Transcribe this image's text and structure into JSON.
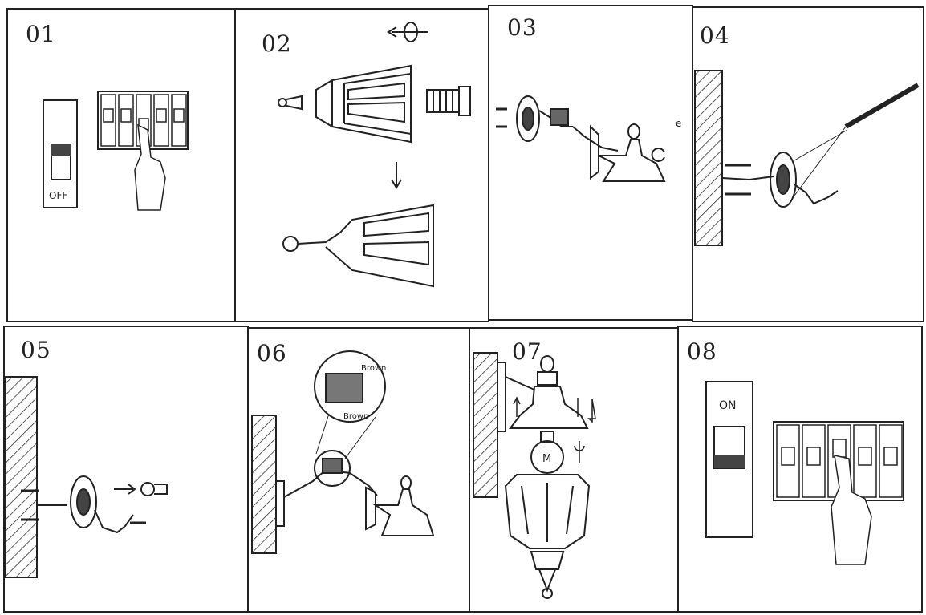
{
  "steps": [
    {
      "number": "01",
      "label": "OFF",
      "icon": "power-switch-off-icon"
    },
    {
      "number": "02",
      "icon": "lantern-disassembly-icon"
    },
    {
      "number": "03",
      "icon": "wall-bracket-detach-icon"
    },
    {
      "number": "04",
      "icon": "drill-mounting-plate-icon"
    },
    {
      "number": "05",
      "icon": "mounting-plate-screws-icon"
    },
    {
      "number": "06",
      "icon": "wire-connector-icon",
      "wire_labels": [
        "Brown",
        "Brown"
      ]
    },
    {
      "number": "07",
      "icon": "bulb-install-icon",
      "bulb_mark": "M"
    },
    {
      "number": "08",
      "label": "ON",
      "icon": "power-switch-on-icon"
    }
  ]
}
